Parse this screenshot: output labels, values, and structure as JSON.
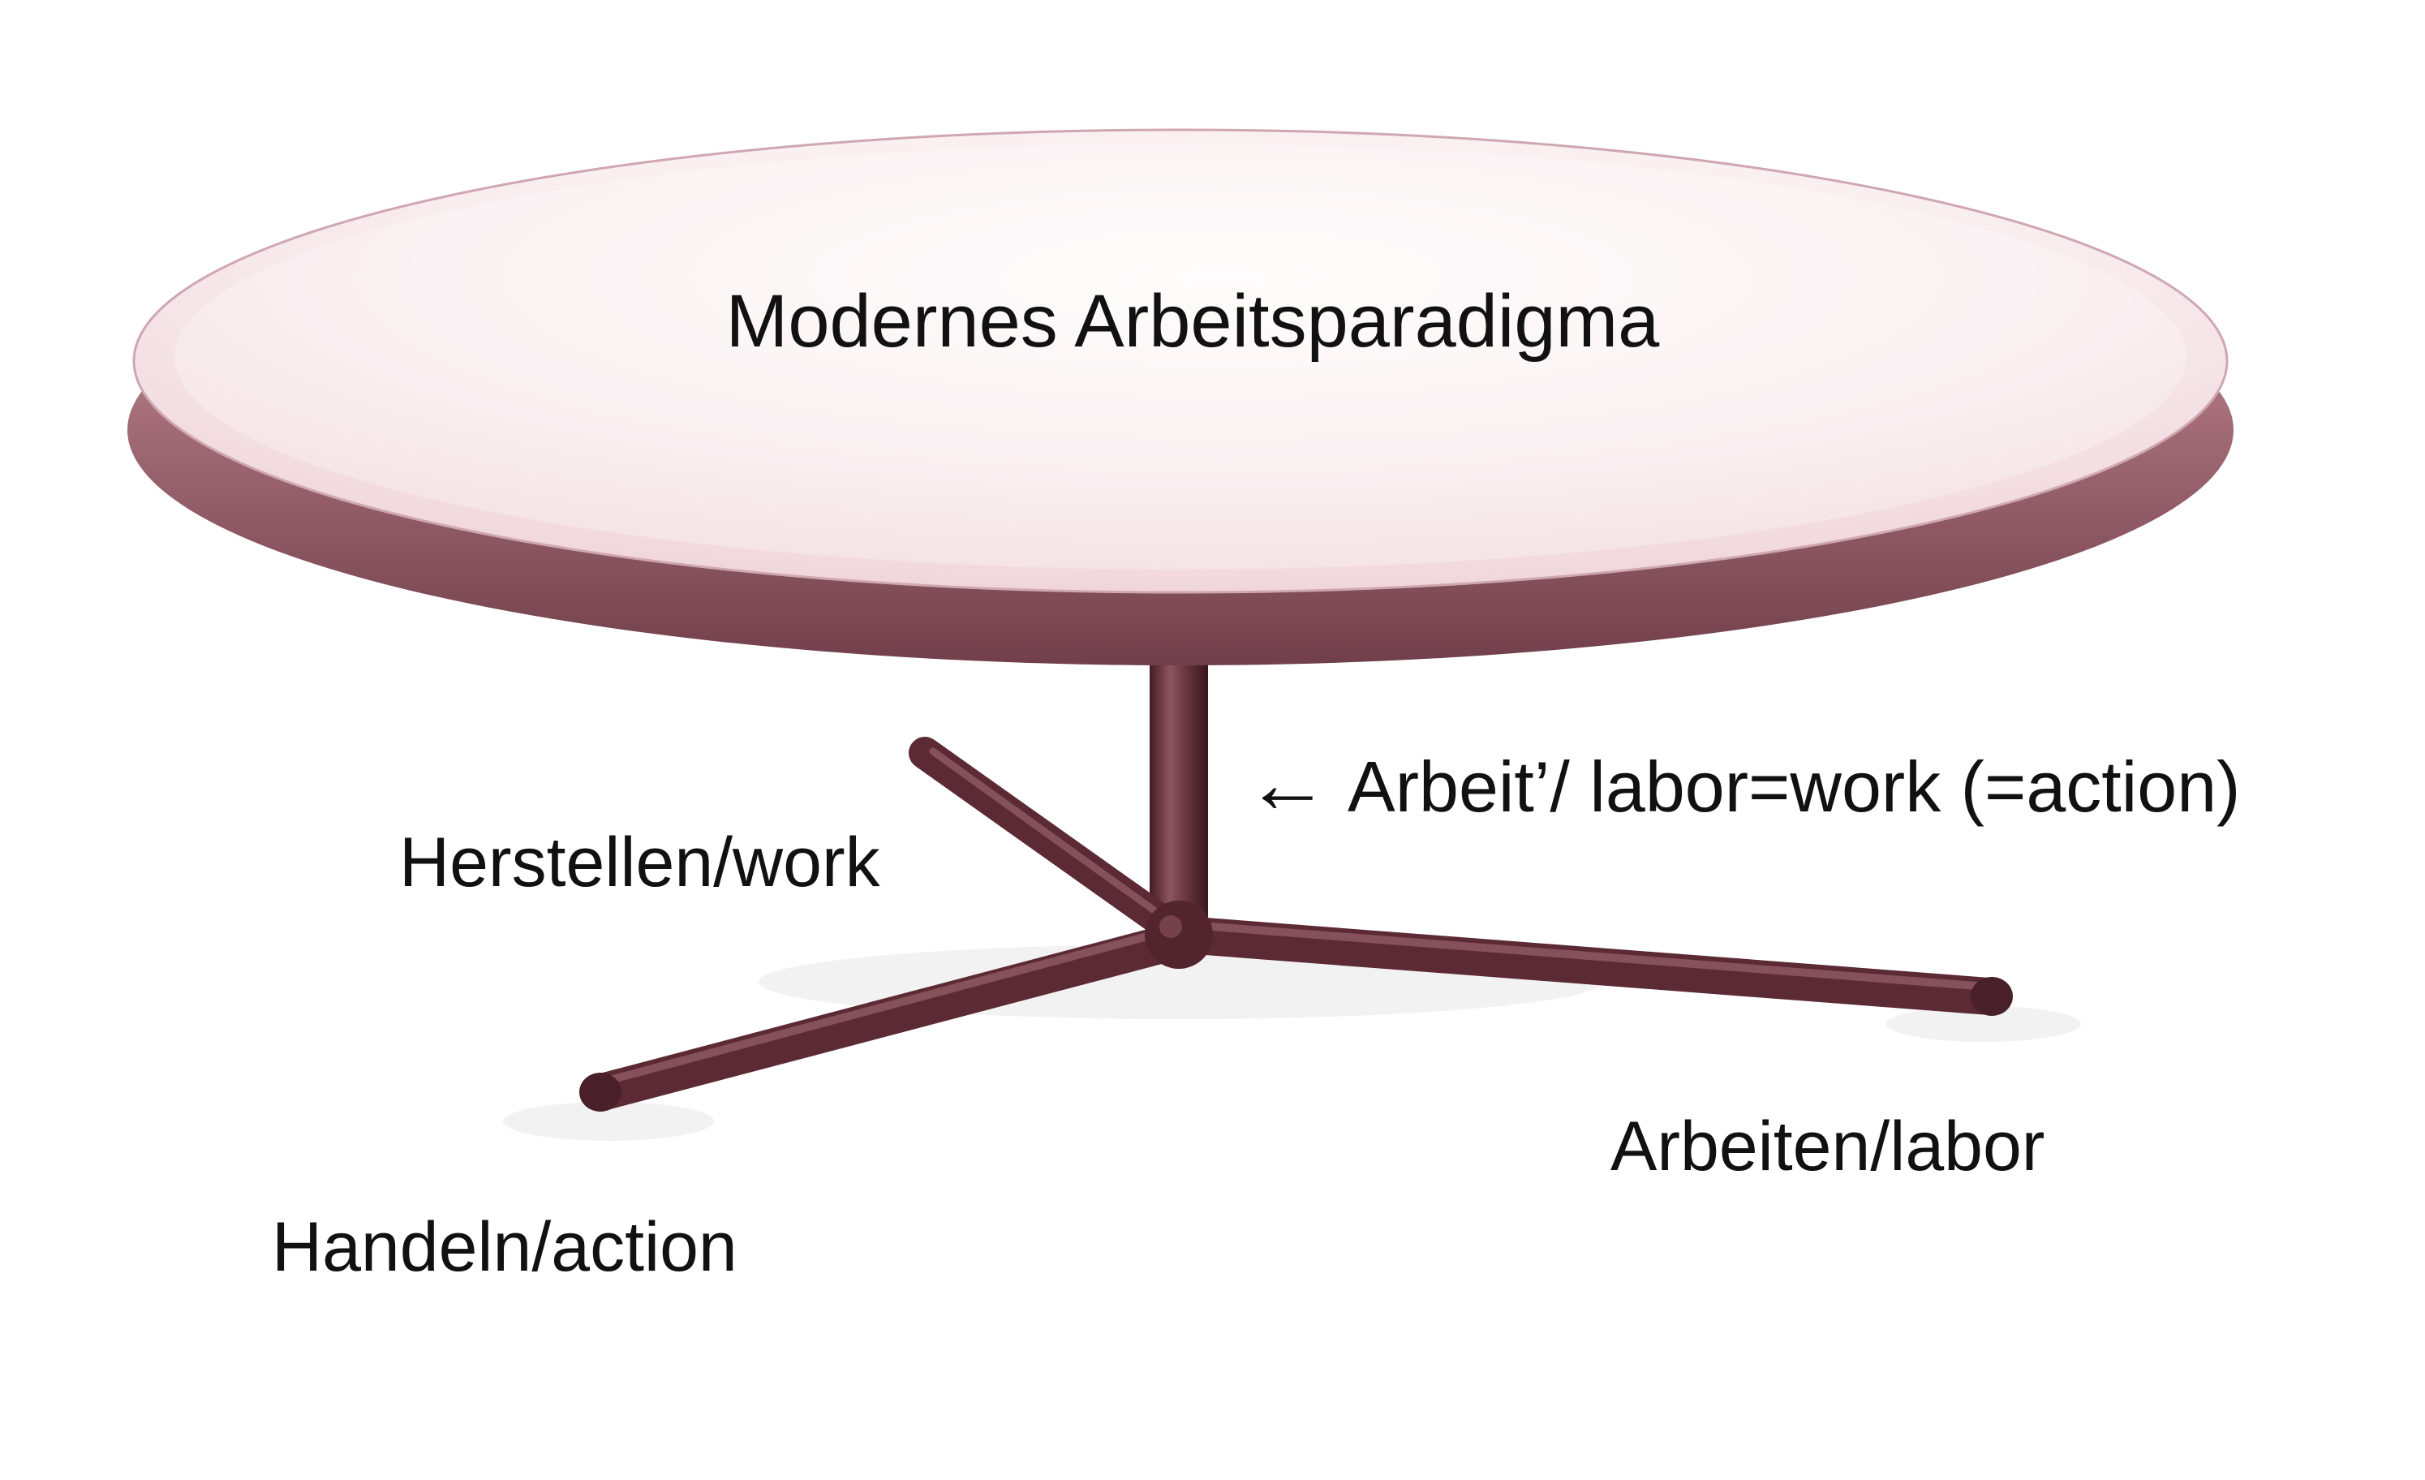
{
  "diagram": {
    "title": "Modernes Arbeitsparadigma",
    "arrow_label": {
      "arrow": "←",
      "text": "Arbeit’/ labor=work (=action)"
    },
    "leg_labels": {
      "herstellen": "Herstellen/work",
      "arbeiten": "Arbeiten/labor",
      "handeln": "Handeln/action"
    }
  },
  "colors": {
    "text_color": "#111111",
    "table_top_light": "#fdf6f7",
    "table_top_pink": "#f0d6dc",
    "rim_light": "#d9b3bb",
    "rim_dark": "#713f4b",
    "frame_maroon": "#5c2a34",
    "frame_highlight": "#a8727d"
  }
}
